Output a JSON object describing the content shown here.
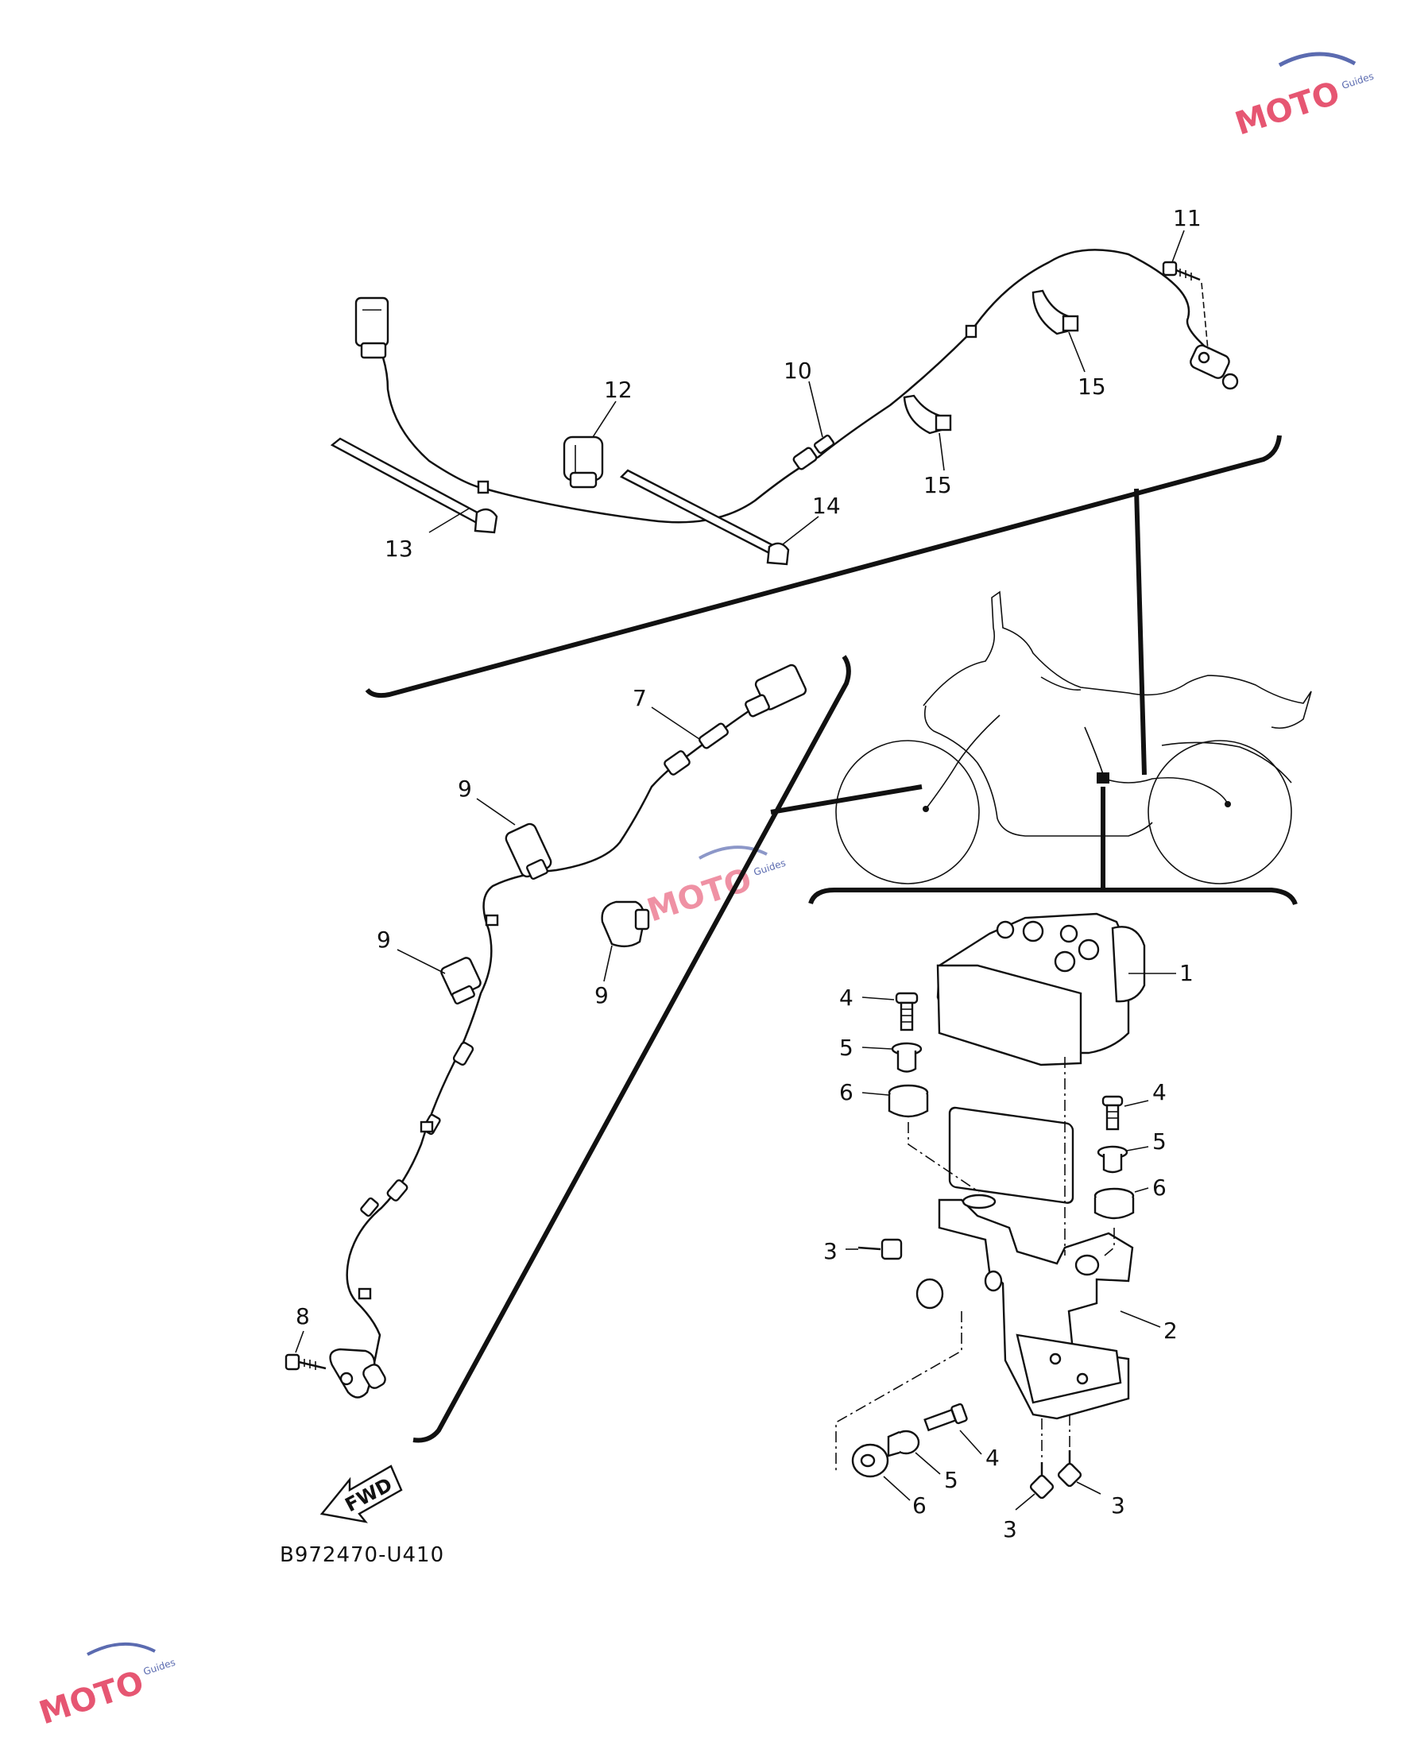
{
  "diagram_code": "B972470-U410",
  "fwd_label": "FWD",
  "watermark": {
    "brand": "MOTO",
    "sub": "Guides"
  },
  "callouts": {
    "c1": "1",
    "c2": "2",
    "c3a": "3",
    "c3b": "3",
    "c3c": "3",
    "c4a": "4",
    "c4b": "4",
    "c4c": "4",
    "c5a": "5",
    "c5b": "5",
    "c5c": "5",
    "c6a": "6",
    "c6b": "6",
    "c6c": "6",
    "c7": "7",
    "c8": "8",
    "c9a": "9",
    "c9b": "9",
    "c9c": "9",
    "c10": "10",
    "c11": "11",
    "c12": "12",
    "c13": "13",
    "c14": "14",
    "c15a": "15",
    "c15b": "15"
  }
}
